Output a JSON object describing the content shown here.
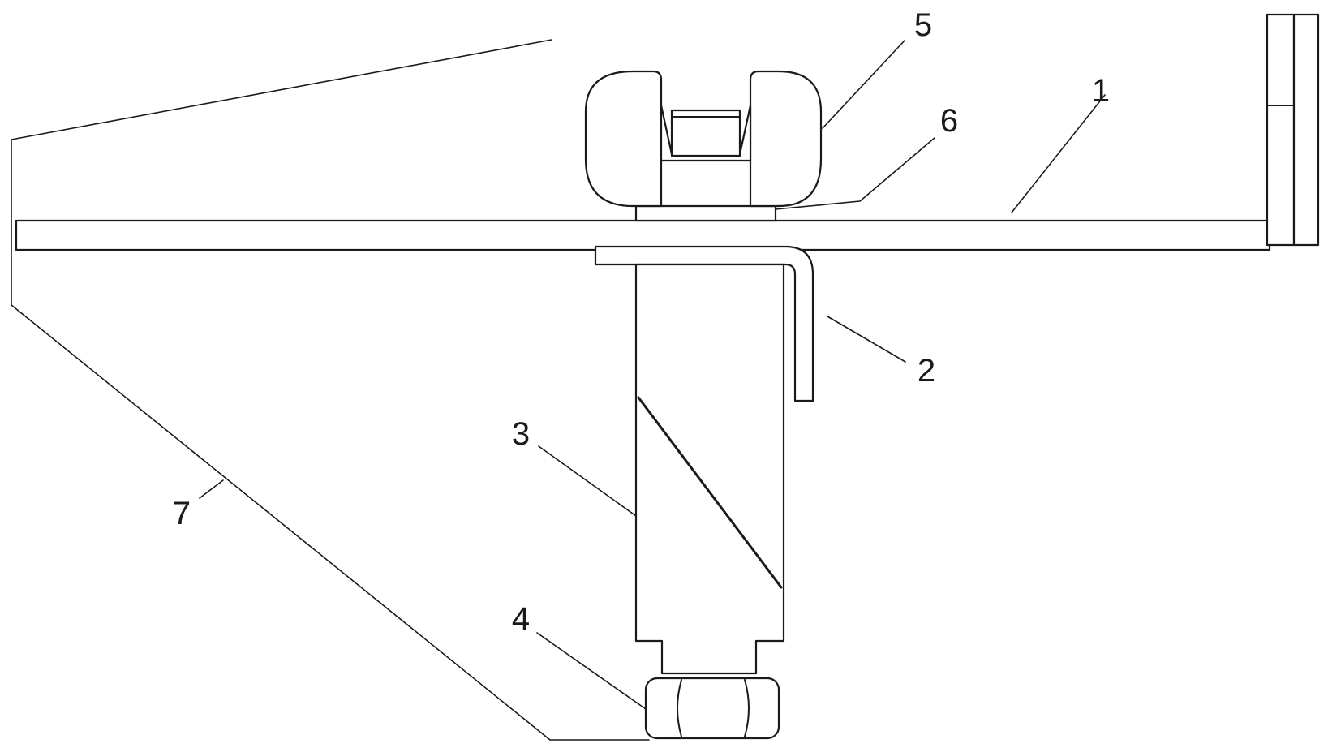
{
  "callouts": {
    "c1": "1",
    "c2": "2",
    "c3": "3",
    "c4": "4",
    "c5": "5",
    "c6": "6",
    "c7": "7"
  },
  "colors": {
    "stroke": "#1a1a1a",
    "background": "#ffffff"
  }
}
